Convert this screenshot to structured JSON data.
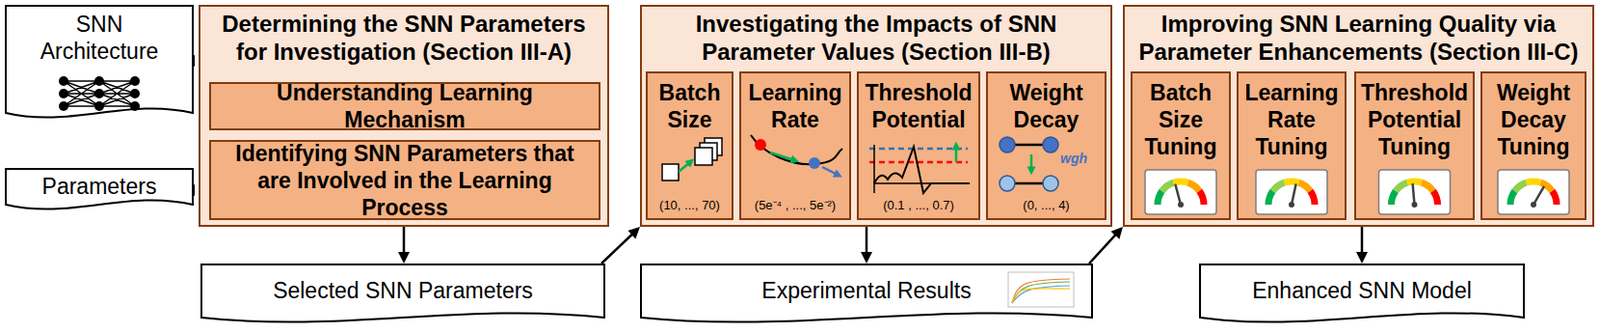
{
  "diagram": {
    "nodes": [
      {
        "text": [
          "SNN Architecture"
        ]
      },
      {
        "text": [
          "Parameters"
        ]
      },
      {
        "text": [
          "Determining the SNN Parameters for Investigation (Section III-A)"
        ]
      },
      {
        "text": [
          "Understanding Learning Mechanism"
        ],
        "in": 2
      },
      {
        "text": [
          "Identifying SNN Parameters that are Involved in the Learning Process"
        ],
        "in": 2
      },
      {
        "text": [
          "Selected SNN Parameters"
        ]
      },
      {
        "text": [
          "Investigating the Impacts of SNN Parameter Values (Section III-B)"
        ]
      },
      {
        "text": [
          "Batch Size",
          "(10, ..., 70)"
        ],
        "in": 6
      },
      {
        "text": [
          "Learning Rate",
          "(5e⁻⁴ , ..., 5e⁻²)"
        ],
        "in": 6
      },
      {
        "text": [
          "Threshold Potential",
          "(0.1 , ..., 0.7)"
        ],
        "in": 6
      },
      {
        "text": [
          "Weight Decay",
          "(0, ..., 4)"
        ],
        "in": 6
      },
      {
        "text": [
          "Experimental Results"
        ]
      },
      {
        "text": [
          "Improving SNN Learning Quality via Parameter Enhancements (Section III-C)"
        ]
      },
      {
        "text": [
          "Batch Size Tuning"
        ],
        "in": 12
      },
      {
        "text": [
          "Learning Rate Tuning"
        ],
        "in": 12
      },
      {
        "text": [
          "Threshold Potential Tuning"
        ],
        "in": 12
      },
      {
        "text": [
          "Weight Decay Tuning"
        ],
        "in": 12
      },
      {
        "text": [
          "Enhanced SNN Model"
        ]
      }
    ],
    "edges": [
      {
        "from": 0,
        "to": 2,
        "arrow": "to"
      },
      {
        "from": 1,
        "to": 2,
        "arrow": "to"
      },
      {
        "from": 2,
        "to": 5,
        "arrow": "to"
      },
      {
        "from": 5,
        "to": 6,
        "arrow": "to"
      },
      {
        "from": 6,
        "to": 11,
        "arrow": "to"
      },
      {
        "from": 11,
        "to": 12,
        "arrow": "to"
      },
      {
        "from": 12,
        "to": 17,
        "arrow": "to"
      }
    ],
    "labels": [
      "wgh"
    ]
  }
}
